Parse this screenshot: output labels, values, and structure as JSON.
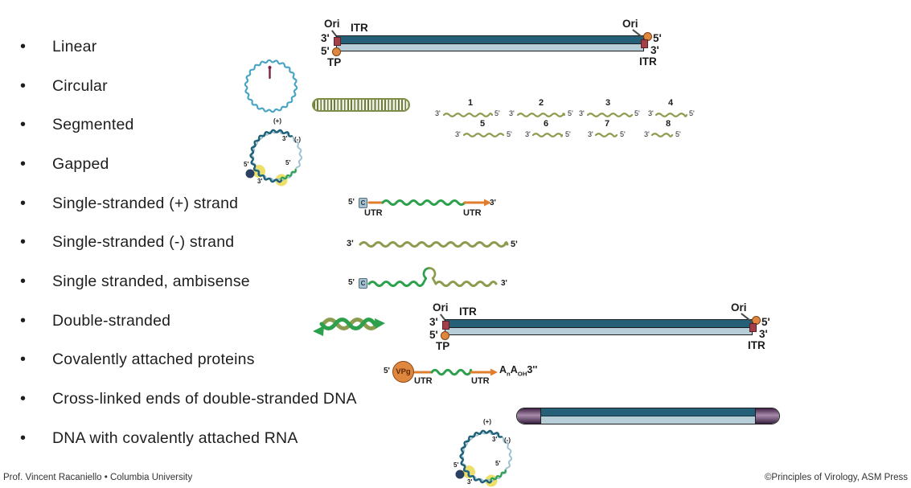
{
  "bullet_char": "•",
  "bullets": [
    "Linear",
    "Circular",
    "Segmented",
    "Gapped",
    "Single-stranded (+) strand",
    "Single-stranded (-) strand",
    "Single stranded, ambisense",
    "Double-stranded",
    "Covalently attached proteins",
    "Cross-linked ends of double-stranded DNA",
    "DNA with covalently attached RNA"
  ],
  "labels": {
    "ori": "Ori",
    "itr": "ITR",
    "tp": "TP",
    "five_prime": "5'",
    "three_prime": "3'",
    "utr": "UTR",
    "cap": "C",
    "vpg": "VPg",
    "plus_strand": "(+)",
    "minus_strand": "(-)"
  },
  "poly_a": {
    "a1": "A",
    "n": "n",
    "a2": "A",
    "oh": "OH",
    "end": "3''"
  },
  "segments": [
    "1",
    "2",
    "3",
    "4",
    "5",
    "6",
    "7",
    "8"
  ],
  "footer": {
    "left": "Prof. Vincent Racaniello • Columbia University",
    "right": "©Principles of Virology, ASM Press"
  },
  "colors": {
    "dark_strand": "#265f78",
    "light_strand": "#b7ced8",
    "olive": "#8c9c4e",
    "green": "#2ca04d",
    "orange": "#e07e2d",
    "red_itr": "#a33f46",
    "tp_orange": "#e0873f",
    "circle_blue": "#49a5c4",
    "purple_cap": "#6e4a72",
    "yellow": "#ead94e",
    "navy": "#2b3f63"
  }
}
